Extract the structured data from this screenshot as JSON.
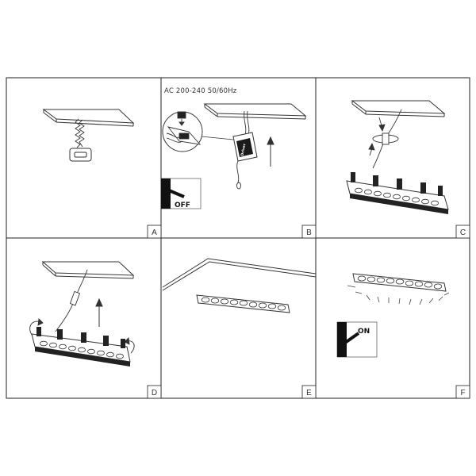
{
  "header": {
    "supply_text": "AC 200-240 50/60Hz"
  },
  "panels": [
    {
      "id": "A",
      "label": "A"
    },
    {
      "id": "B",
      "label": "B"
    },
    {
      "id": "C",
      "label": "C"
    },
    {
      "id": "D",
      "label": "D"
    },
    {
      "id": "E",
      "label": "E"
    },
    {
      "id": "F",
      "label": "F"
    }
  ],
  "switch_off": {
    "text": "OFF"
  },
  "switch_on": {
    "text": "ON"
  },
  "driver": {
    "text": "Driver"
  },
  "colors": {
    "line": "#333333",
    "frame": "#222222",
    "fill_dark": "#111111"
  },
  "icons": [
    "saw-icon",
    "cutout-hole-icon",
    "wire-connector-icon",
    "up-arrow-icon",
    "rotate-arrow-icon",
    "spring-clip-icon",
    "light-rays-icon",
    "switch-icon"
  ]
}
